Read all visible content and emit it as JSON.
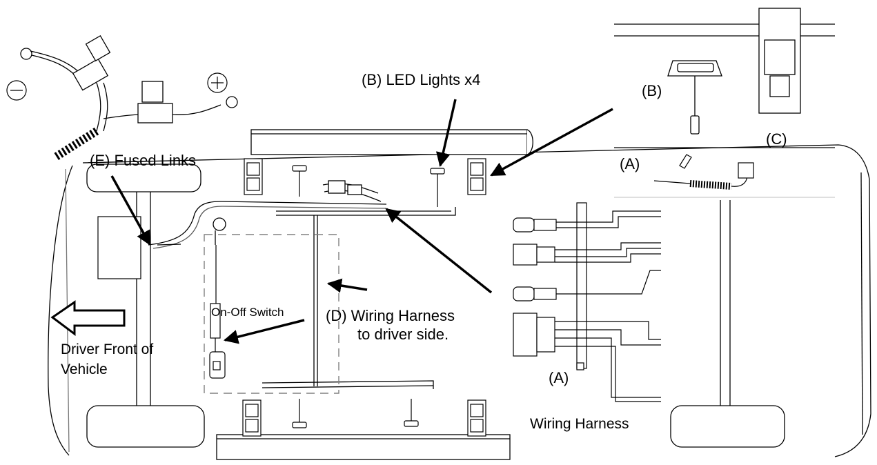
{
  "labels": {
    "led_lights": "(B) LED Lights  x4",
    "b_inset": "(B)",
    "c_inset": "(C)",
    "a_top": "(A)",
    "a_bottom": "(A)",
    "fused_links": "(E) Fused Links",
    "on_off_switch": "On-Off Switch",
    "harness_line1": "(D) Wiring Harness",
    "harness_line2": "to driver side.",
    "driver_line1": "Driver Front of",
    "driver_line2": "Vehicle",
    "wiring_harness": "Wiring Harness"
  },
  "colors": {
    "line": "#000000",
    "background": "#ffffff",
    "dashed_box": "#808080"
  },
  "icons": [
    "minus-circle-icon",
    "plus-circle-icon",
    "left-arrow-icon"
  ]
}
